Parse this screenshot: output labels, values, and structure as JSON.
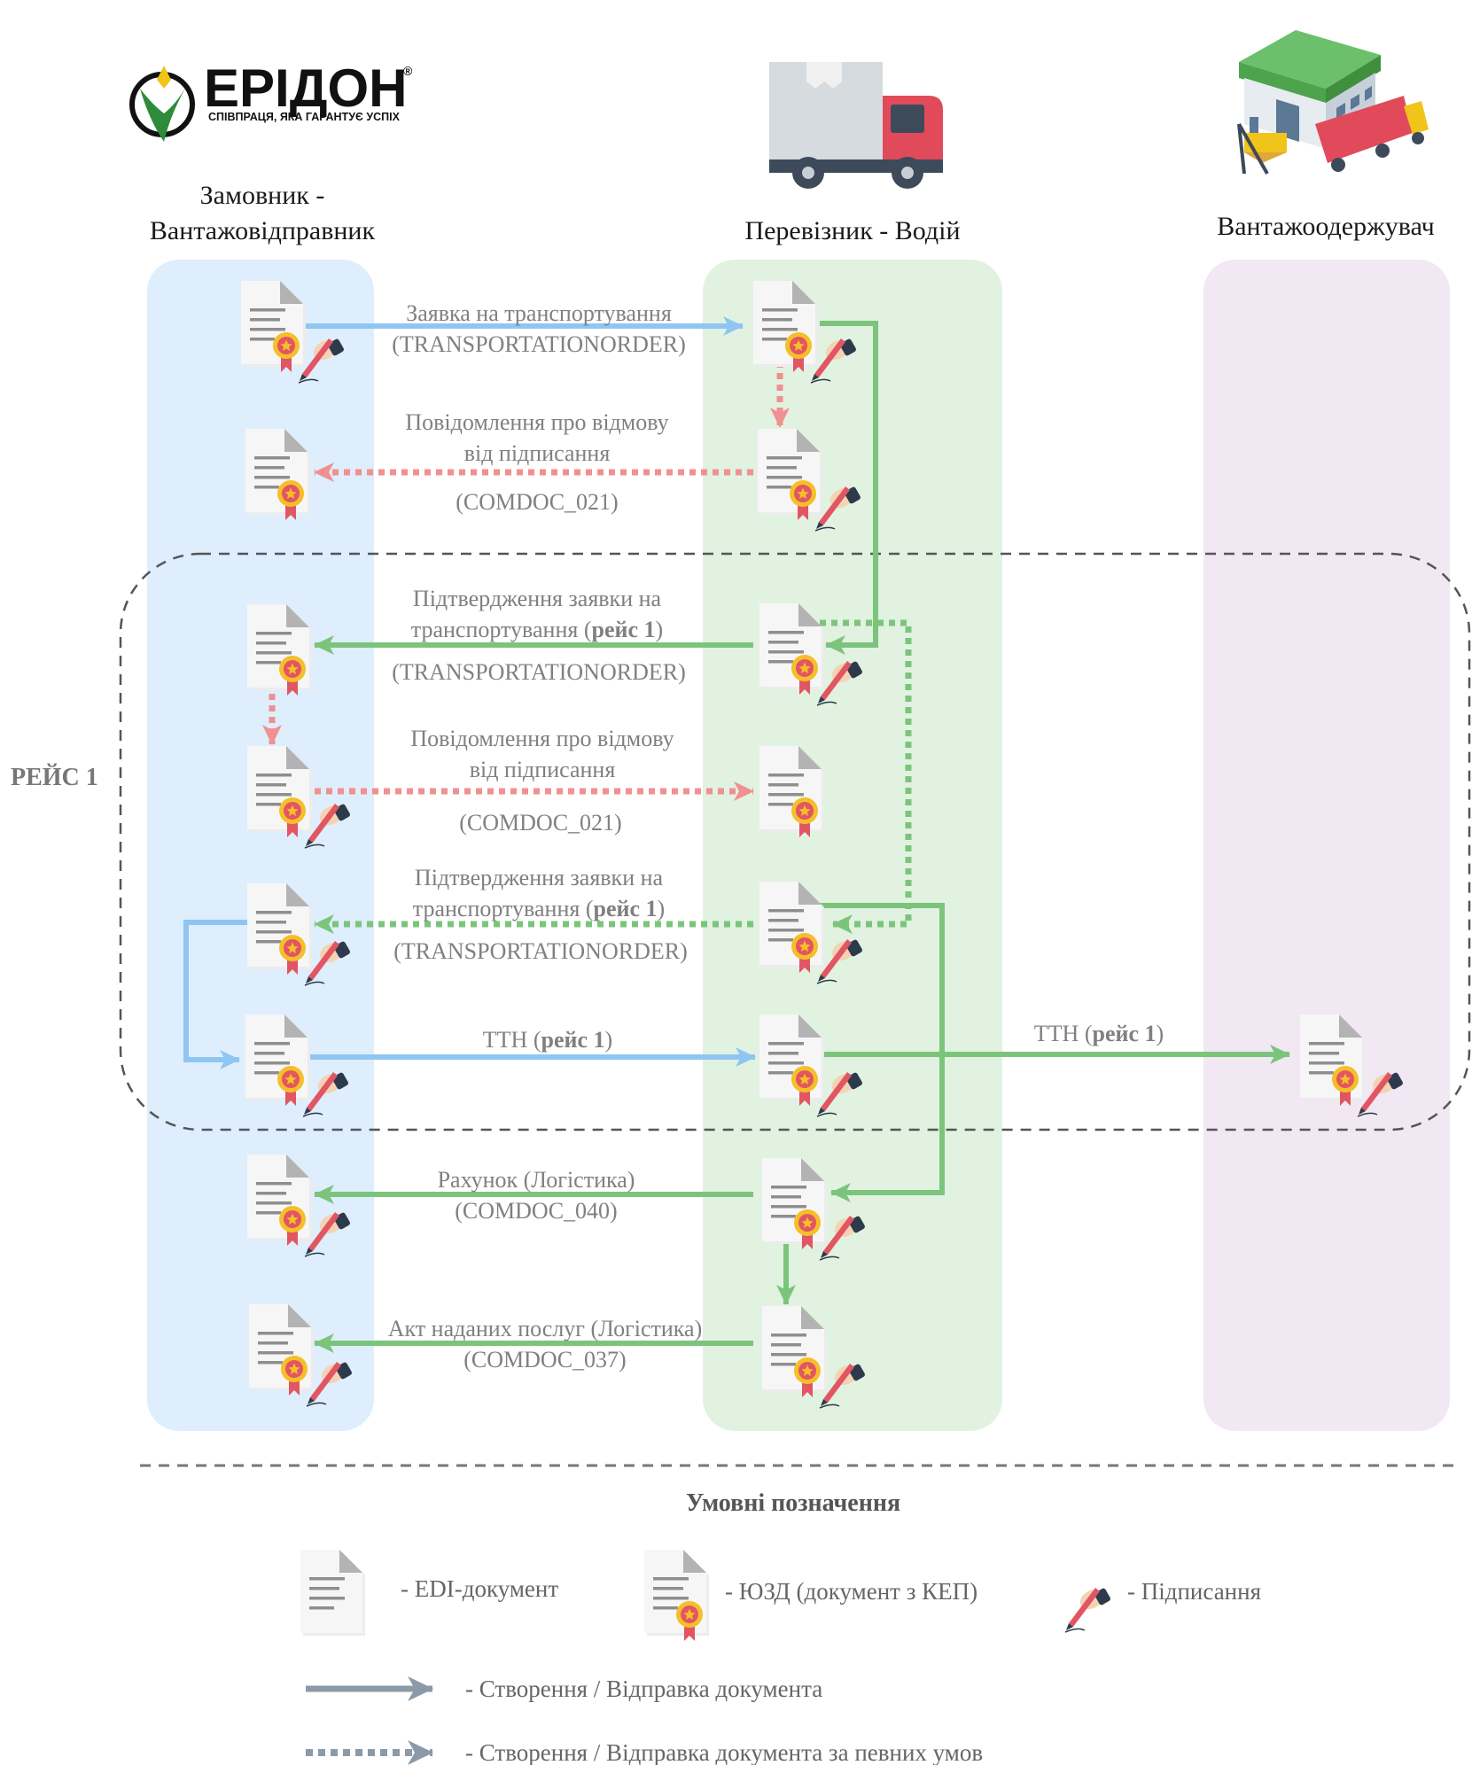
{
  "logo": {
    "name": "ЕРІДОН",
    "tagline": "СПІВПРАЦЯ, ЯКА ГАРАНТУЄ УСПІХ",
    "reg_mark": "®"
  },
  "columns": {
    "customer": [
      "Замовник -",
      "Вантажовідправник"
    ],
    "carrier": "Перевізник - Водій",
    "consignee": "Вантажоодержувач"
  },
  "trip_group_label": "РЕЙС 1",
  "messages": {
    "m1": {
      "line1": "Заявка на транспортування",
      "line2": "(TRANSPORTATIONORDER)"
    },
    "m2": {
      "line1": "Повідомлення про відмову",
      "line2": "від підписання",
      "line3": "(COMDOC_021)"
    },
    "m3": {
      "line1": "Підтвердження заявки на",
      "line2a": "транспортування (",
      "line2b": "рейс 1",
      "line2c": ")",
      "line3": "(TRANSPORTATIONORDER)"
    },
    "m4": {
      "line1": "Повідомлення про відмову",
      "line2": "від підписання",
      "line3": "(COMDOC_021)"
    },
    "m5": {
      "line1": "Підтвердження заявки на",
      "line2a": "транспортування (",
      "line2b": "рейс 1",
      "line2c": ")",
      "line3": "(TRANSPORTATIONORDER)"
    },
    "m6": {
      "a": "ТТН (",
      "b": "рейс 1",
      "c": ")"
    },
    "m7": {
      "a": "ТТН (",
      "b": "рейс 1",
      "c": ")"
    },
    "m8": {
      "line1": "Рахунок (Логістика)",
      "line2": "(COMDOC_040)"
    },
    "m9": {
      "line1": "Акт наданих послуг (Логістика)",
      "line2": "(COMDOC_037)"
    }
  },
  "legend": {
    "title": "Умовні позначення",
    "edi": "-  EDI-документ",
    "yuzd": "-  ЮЗД (документ з КЕП)",
    "sign": "-  Підписання",
    "solid": "-  Створення / Відправка документа",
    "dotted": "-  Створення / Відправка документа за певних умов"
  },
  "colors": {
    "customer_lane": "#deeefc",
    "carrier_lane": "#e1f2e1",
    "consignee_lane": "#f1e8f3",
    "blue_arrow": "#8fc5f2",
    "green_arrow": "#7cc47c",
    "red_arrow": "#f09090",
    "legend_arrow": "#8a9aa8",
    "group_border": "#555555",
    "logo_green": "#2e8b3a",
    "logo_yellow": "#f0c419"
  }
}
